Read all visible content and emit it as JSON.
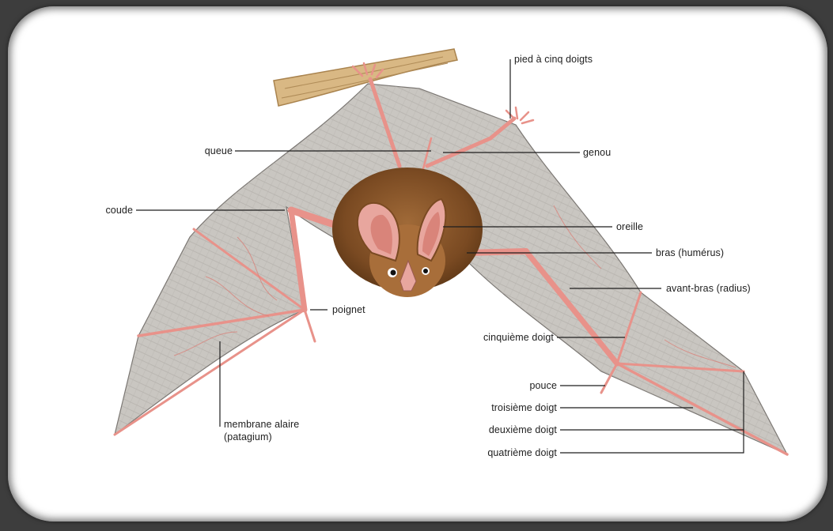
{
  "labels": {
    "pied": "pied à cinq doigts",
    "queue": "queue",
    "genou": "genou",
    "coude": "coude",
    "oreille": "oreille",
    "bras": "bras (humérus)",
    "avant_bras": "avant-bras (radius)",
    "poignet": "poignet",
    "cinquieme": "cinquième doigt",
    "pouce": "pouce",
    "troisieme": "troisième doigt",
    "deuxieme": "deuxième doigt",
    "quatrieme": "quatrième doigt",
    "membrane_line1": "membrane alaire",
    "membrane_line2": "(patagium)"
  },
  "colors": {
    "membrane": "#c9c6c1",
    "bone": "#e8928a",
    "fur": "#8a5a2e",
    "branch": "#caa06a"
  }
}
